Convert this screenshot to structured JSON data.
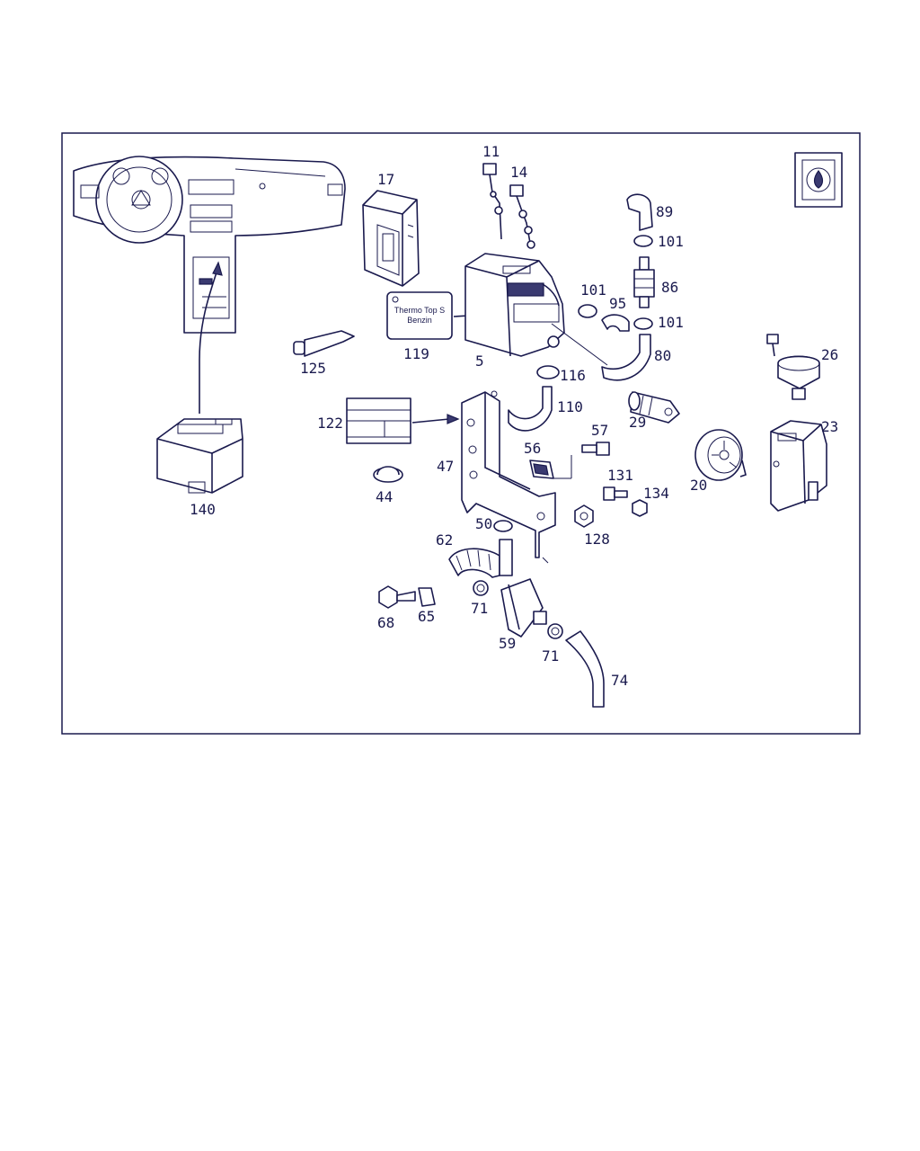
{
  "colors": {
    "ink": "#1a1a4e",
    "background": "#ffffff"
  },
  "sticker": {
    "line1": "Thermo Top S",
    "line2": "Benzin"
  },
  "icons": {
    "heater_symbol": "flame-icon"
  },
  "callouts": {
    "c11": "11",
    "c14": "14",
    "c17": "17",
    "c89": "89",
    "c101a": "101",
    "c101b": "101",
    "c101c": "101",
    "c86": "86",
    "c95": "95",
    "c119": "119",
    "c5": "5",
    "c125": "125",
    "c116": "116",
    "c80": "80",
    "c110": "110",
    "c29": "29",
    "c26": "26",
    "c23": "23",
    "c122": "122",
    "c57": "57",
    "c56": "56",
    "c47": "47",
    "c44": "44",
    "c131": "131",
    "c134": "134",
    "c20": "20",
    "c140": "140",
    "c50": "50",
    "c128": "128",
    "c62": "62",
    "c68": "68",
    "c65": "65",
    "c71a": "71",
    "c71b": "71",
    "c59": "59",
    "c74": "74"
  }
}
